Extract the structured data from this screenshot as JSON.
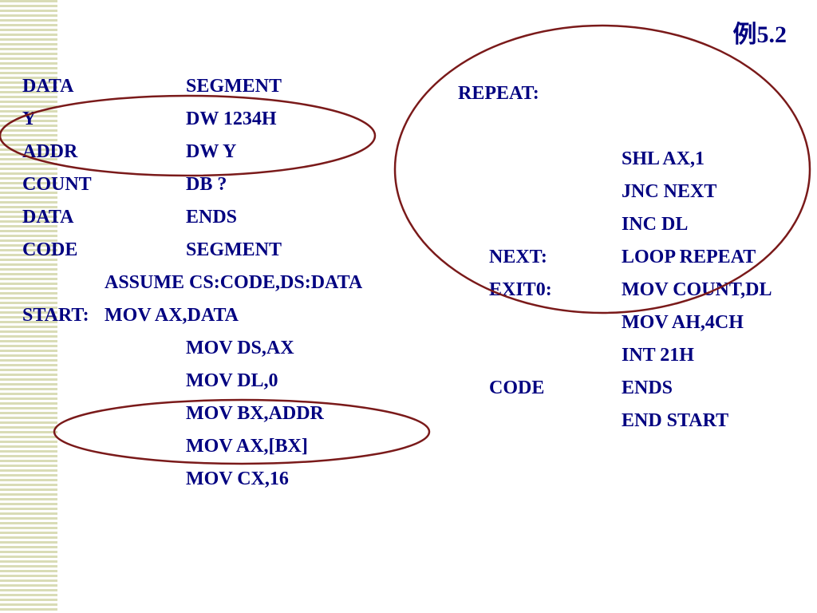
{
  "slide": {
    "title": "例5.2"
  },
  "left_listing": [
    {
      "label": "DATA",
      "operation": "SEGMENT"
    },
    {
      "label": "Y",
      "operation": "DW 1234H"
    },
    {
      "label": "ADDR",
      "operation": "DW Y"
    },
    {
      "label": "COUNT",
      "operation": "DB ?"
    },
    {
      "label": "DATA",
      "operation": "ENDS"
    },
    {
      "label": "CODE",
      "operation": "SEGMENT"
    },
    {
      "label": "",
      "directive": "ASSUME CS:CODE,DS:DATA"
    },
    {
      "label": "START:",
      "directive": "MOV AX,DATA"
    },
    {
      "label": "",
      "operation": "MOV DS,AX"
    },
    {
      "label": "",
      "operation": "MOV DL,0"
    },
    {
      "label": "",
      "operation": "MOV BX,ADDR"
    },
    {
      "label": "",
      "operation": "MOV AX,[BX]"
    },
    {
      "label": "",
      "operation": "MOV CX,16"
    }
  ],
  "right_listing": [
    {
      "label": "REPEAT:",
      "operation": ""
    },
    {
      "label": "",
      "operation": "SHL AX,1"
    },
    {
      "label": "",
      "operation": "JNC NEXT"
    },
    {
      "label": "",
      "operation": "INC DL"
    },
    {
      "label": "NEXT:",
      "operation": "LOOP REPEAT"
    },
    {
      "label": "EXIT0:",
      "operation": "MOV COUNT,DL"
    },
    {
      "label": "",
      "operation": "MOV AH,4CH"
    },
    {
      "label": "",
      "operation": "INT 21H"
    },
    {
      "label": "CODE",
      "operation": "ENDS"
    },
    {
      "label": "",
      "operation": "END START"
    }
  ],
  "colors": {
    "text": "#000080",
    "annotation_ellipse": "#7a1a1a",
    "stripe": "#d9dcb6"
  }
}
